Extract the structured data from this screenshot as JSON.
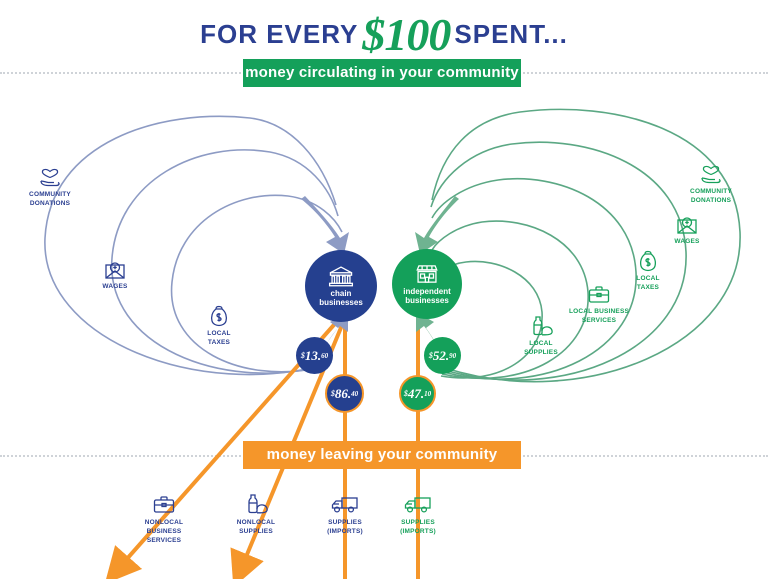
{
  "title": {
    "prefix": "FOR EVERY",
    "amount": "$100",
    "suffix": "SPENT..."
  },
  "banners": {
    "circulating": "money circulating in your community",
    "leaving": "money leaving your community"
  },
  "hubs": {
    "chain": {
      "line1": "chain",
      "line2": "businesses",
      "color": "#25408f",
      "icon": "bank-building-icon"
    },
    "independent": {
      "line1": "independent",
      "line2": "businesses",
      "color": "#14a05a",
      "icon": "storefront-icon"
    }
  },
  "badges": [
    {
      "id": "chain-local-retained",
      "dollars": "13",
      "cents": "60",
      "fill": "#25408f",
      "ring": "none"
    },
    {
      "id": "chain-leaving",
      "dollars": "86",
      "cents": "40",
      "fill": "#25408f",
      "ring": "#f5962a"
    },
    {
      "id": "independent-local-retained",
      "dollars": "52",
      "cents": "90",
      "fill": "#14a05a",
      "ring": "none"
    },
    {
      "id": "independent-leaving",
      "dollars": "47",
      "cents": "10",
      "fill": "#14a05a",
      "ring": "#f5962a"
    }
  ],
  "chain_nodes": [
    {
      "icon": "community-donations-icon",
      "label": "COMMUNITY\nDONATIONS"
    },
    {
      "icon": "wages-envelope-icon",
      "label": "WAGES"
    },
    {
      "icon": "local-taxes-moneybag-icon",
      "label": "LOCAL\nTAXES"
    }
  ],
  "independent_nodes": [
    {
      "icon": "local-supplies-icon",
      "label": "LOCAL\nSUPPLIES"
    },
    {
      "icon": "local-business-services-icon",
      "label": "LOCAL BUSINESS\nSERVICES"
    },
    {
      "icon": "local-taxes-moneybag-icon",
      "label": "LOCAL\nTAXES"
    },
    {
      "icon": "wages-envelope-icon",
      "label": "WAGES"
    },
    {
      "icon": "community-donations-icon",
      "label": "COMMUNITY\nDONATIONS"
    }
  ],
  "outflow_nodes": [
    {
      "icon": "briefcase-icon",
      "label": "NONLOCAL\nBUSINESS\nSERVICES",
      "color": "blue"
    },
    {
      "icon": "supplies-bottle-bread-icon",
      "label": "NONLOCAL\nSUPPLIES",
      "color": "blue"
    },
    {
      "icon": "delivery-truck-icon",
      "label": "SUPPLIES\n(IMPORTS)",
      "color": "blue"
    },
    {
      "icon": "delivery-truck-icon",
      "label": "SUPPLIES\n(IMPORTS)",
      "color": "green"
    }
  ],
  "colors": {
    "navy": "#25408f",
    "title_navy": "#2b3f91",
    "green": "#14a05a",
    "orange": "#f5962a",
    "arc_blue": "#8d9bc4",
    "arc_green": "#5ba884",
    "dotted": "#cfd3d8"
  }
}
